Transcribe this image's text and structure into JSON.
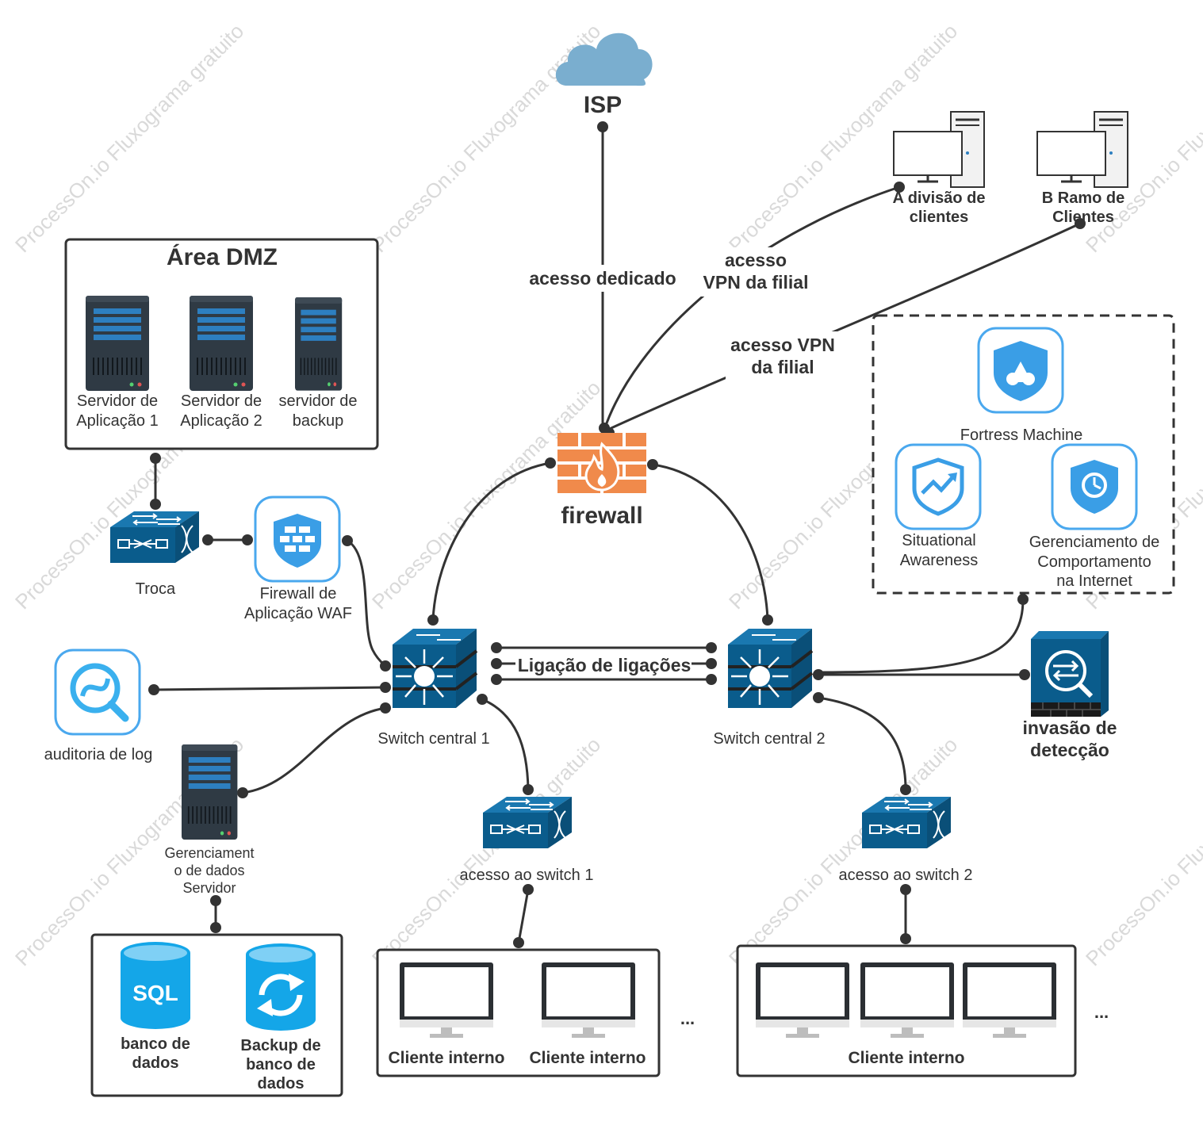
{
  "watermark": "ProcessOn.io Fluxograma gratuito",
  "colors": {
    "switch_blue": "#0a5c8c",
    "switch_face": "#1a78b0",
    "shield_blue": "#3a9ee6",
    "icon_bg": "#ffffff",
    "firewall_orange": "#f08a4b",
    "cloud_blue": "#7aaecf",
    "server_dark": "#2f3a44",
    "db_blue": "#14a6e8",
    "wire": "#333333"
  },
  "nodes": {
    "isp": "ISP",
    "firewall": "firewall",
    "dmz_title": "Área DMZ",
    "server1": [
      "Servidor de",
      "Aplicação 1"
    ],
    "server2": [
      "Servidor de",
      "Aplicação 2"
    ],
    "server3": [
      "servidor de",
      "backup"
    ],
    "troca": "Troca",
    "waf": [
      "Firewall de",
      "Aplicação WAF"
    ],
    "log_audit": "auditoria de log",
    "core1": "Switch central 1",
    "core2": "Switch central 2",
    "data_mgmt": [
      "Gerenciament",
      "o de dados",
      "Servidor"
    ],
    "database": [
      "banco de",
      "dados"
    ],
    "db_backup": [
      "Backup de",
      "banco de",
      "dados"
    ],
    "sql_text": "SQL",
    "access1": "acesso ao switch 1",
    "access2": "acesso ao switch 2",
    "client_internal": "Cliente interno",
    "ellipsis": "...",
    "branch_a": [
      "A divisão de",
      "clientes"
    ],
    "branch_b": [
      "B Ramo de",
      "Clientes"
    ],
    "fortress": "Fortress Machine",
    "situational": [
      "Situational",
      "Awareness"
    ],
    "behavior": [
      "Gerenciamento de",
      "Comportamento",
      "na Internet"
    ],
    "ids": [
      "invasão de",
      "detecção"
    ]
  },
  "edges": {
    "dedicated": "acesso dedicado",
    "vpn_a": [
      "acesso",
      "VPN da filial"
    ],
    "vpn_b": [
      "acesso VPN",
      "da filial"
    ],
    "link_agg": "Ligação de ligações"
  }
}
